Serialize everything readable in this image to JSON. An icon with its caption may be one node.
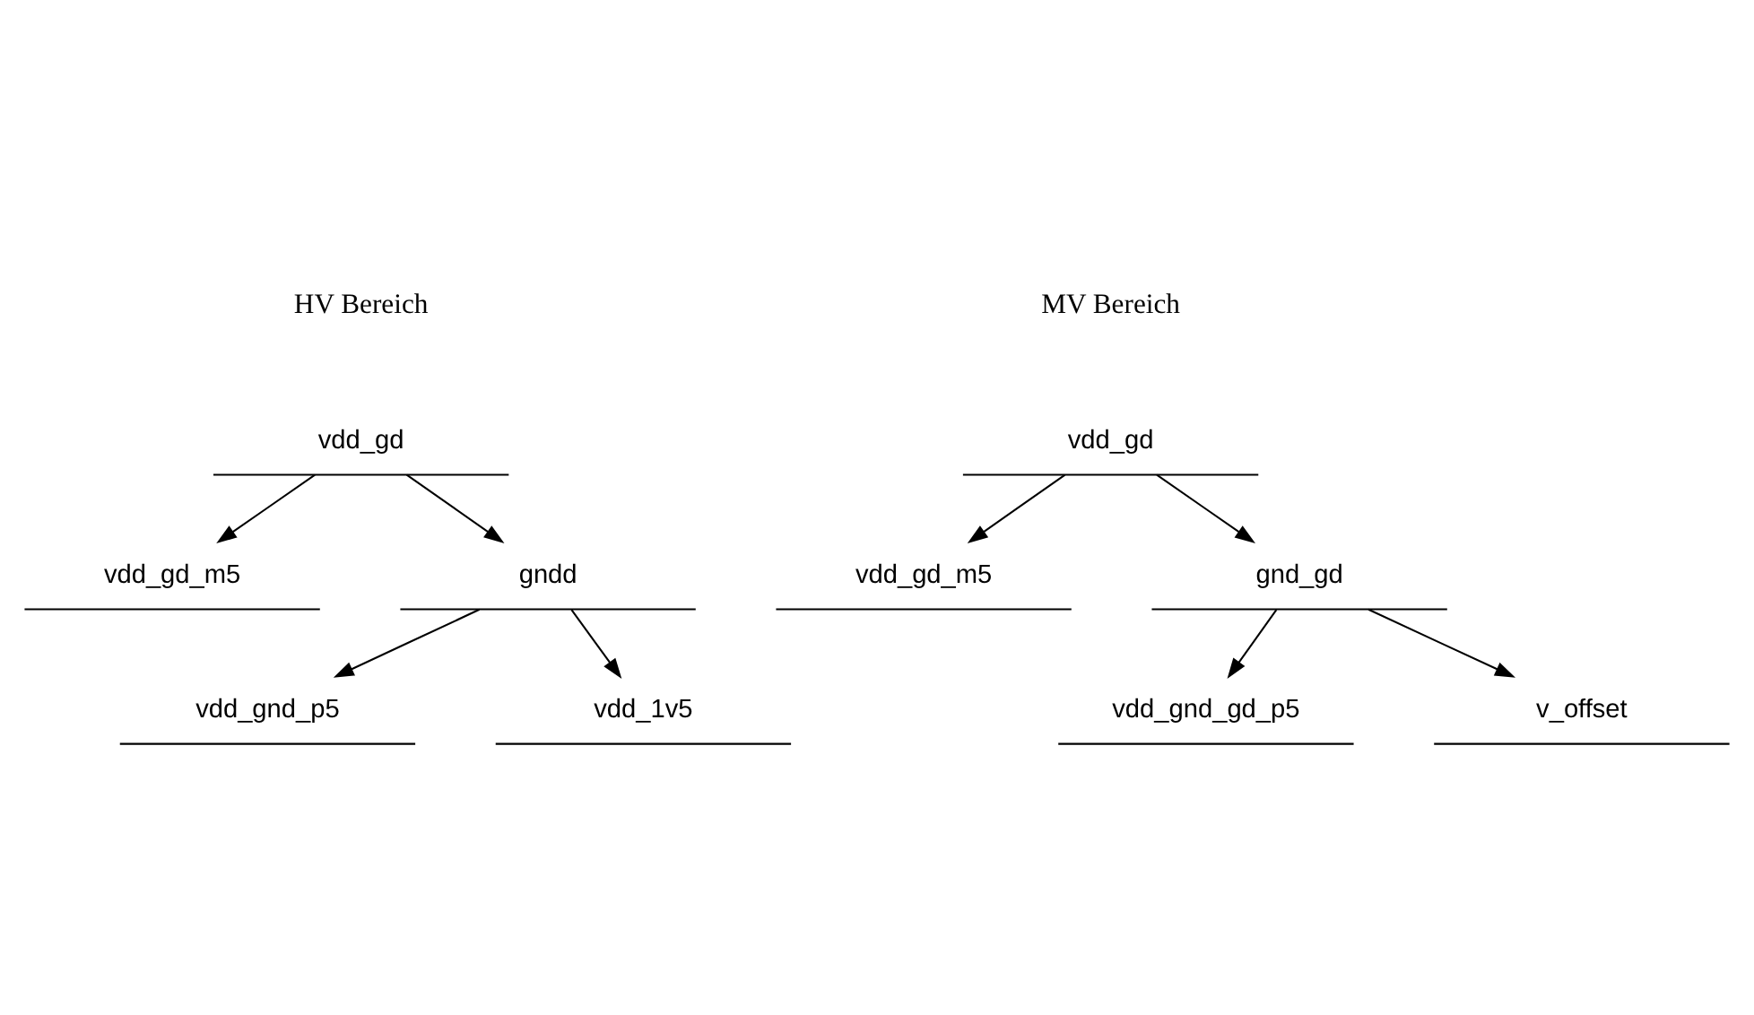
{
  "diagram": {
    "nodes": [
      {
        "text": [
          "vdd_gd"
        ]
      },
      {
        "text": [
          "vdd_gd_m5"
        ]
      },
      {
        "text": [
          "vdd_gnd_p5"
        ]
      },
      {
        "text": [
          "vdd_1v5"
        ]
      },
      {
        "text": [
          "gndd"
        ]
      },
      {
        "text": [
          "vdd_gd"
        ]
      },
      {
        "text": [
          "vdd_gd_m5"
        ]
      },
      {
        "text": [
          "vdd_gnd_gd_p5"
        ]
      },
      {
        "text": [
          "gnd_gd"
        ]
      },
      {
        "text": [
          "v_offset"
        ]
      }
    ],
    "edges": [
      {
        "from": 0,
        "to": 4,
        "arrow": "to"
      },
      {
        "from": 0,
        "to": 1,
        "arrow": "to"
      },
      {
        "from": 4,
        "to": 3,
        "arrow": "to"
      },
      {
        "from": 4,
        "to": 2,
        "arrow": "to"
      },
      {
        "from": 5,
        "to": 8,
        "arrow": "to"
      },
      {
        "from": 5,
        "to": 6,
        "arrow": "to"
      },
      {
        "from": 8,
        "to": 7,
        "arrow": "to"
      },
      {
        "from": 8,
        "to": 9,
        "arrow": "to"
      }
    ],
    "labels": [
      "HV Bereich",
      "MV Bereich"
    ]
  }
}
